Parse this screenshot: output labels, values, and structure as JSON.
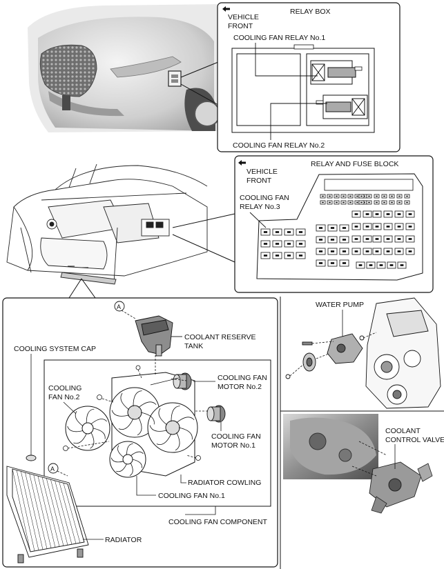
{
  "relay_box": {
    "title": "RELAY BOX",
    "vehicle_front_1": "VEHICLE",
    "vehicle_front_2": "FRONT",
    "relay_1": "COOLING FAN RELAY No.1",
    "relay_2": "COOLING FAN RELAY No.2"
  },
  "fuse_block": {
    "title": "RELAY AND FUSE BLOCK",
    "vehicle_front_1": "VEHICLE",
    "vehicle_front_2": "FRONT",
    "relay_3_line1": "COOLING FAN",
    "relay_3_line2": "RELAY No.3"
  },
  "components": {
    "marker_a": "A",
    "coolant_tank_1": "COOLANT RESERVE",
    "coolant_tank_2": "TANK",
    "cooling_system_cap": "COOLING SYSTEM CAP",
    "fan2_line1": "COOLING",
    "fan2_line2": "FAN No.2",
    "motor2_line1": "COOLING FAN",
    "motor2_line2": "MOTOR No.2",
    "motor1_line1": "COOLING FAN",
    "motor1_line2": "MOTOR No.1",
    "radiator_cowling": "RADIATOR COWLING",
    "fan1": "COOLING FAN No.1",
    "fan_component": "COOLING FAN COMPONENT",
    "radiator": "RADIATOR"
  },
  "water_pump": {
    "label": "WATER PUMP"
  },
  "coolant_control_valve": {
    "line1": "COOLANT",
    "line2": "CONTROL VALVE"
  }
}
